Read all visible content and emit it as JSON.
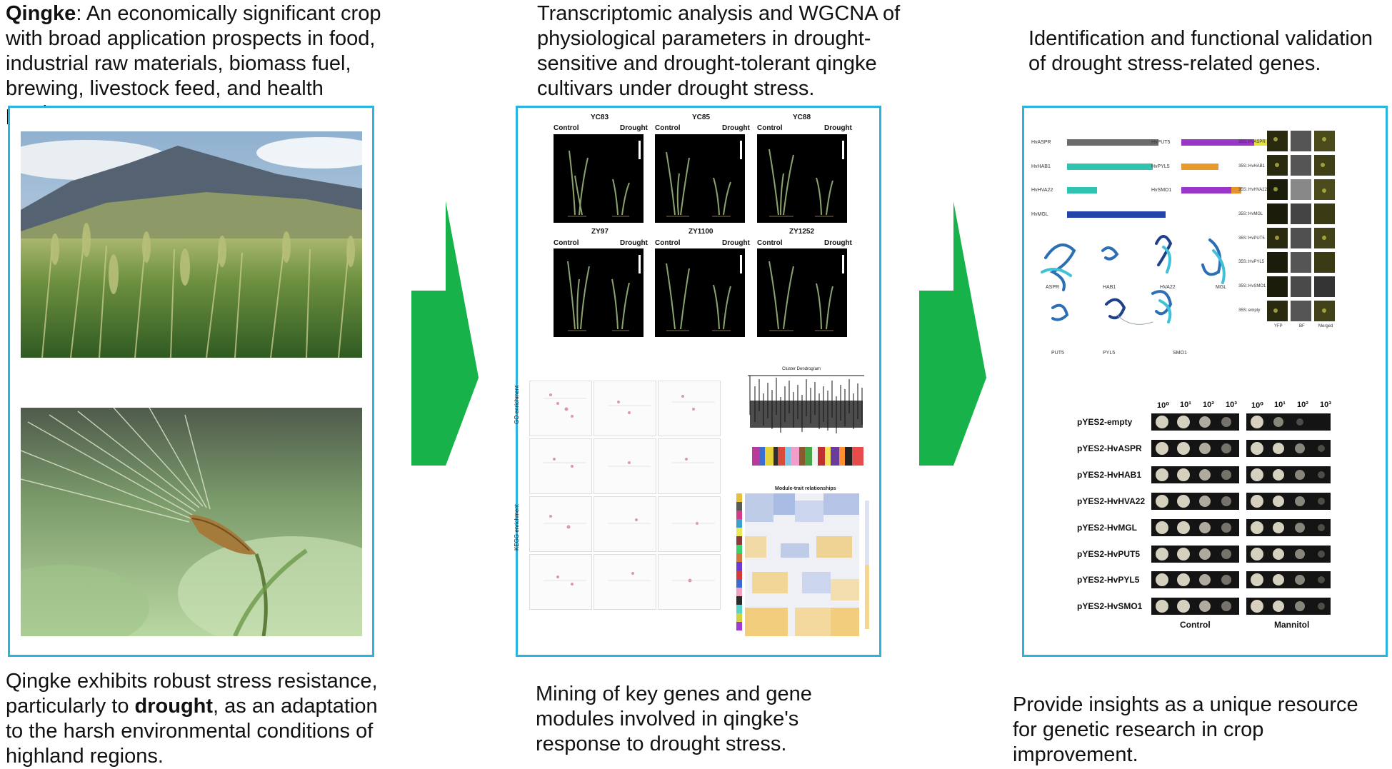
{
  "left": {
    "top_caption_bold": "Qingke",
    "top_caption_rest": ": An economically significant crop with broad application prospects in food, industrial raw materials, biomass fuel, brewing, livestock feed, and health products.",
    "bottom_caption_a": "Qingke exhibits robust stress resistance, particularly to ",
    "bottom_caption_bold": "drought",
    "bottom_caption_b": ", as an adaptation to the harsh environmental conditions of highland regions."
  },
  "middle": {
    "top_caption": "Transcriptomic analysis and WGCNA of physiological parameters in drought-sensitive and drought-tolerant qingke cultivars under drought stress.",
    "bottom_caption": "Mining of key genes and gene modules involved in qingke's response to drought stress.",
    "cultivars_row1": [
      "YC83",
      "YC85",
      "YC88"
    ],
    "cultivars_row2": [
      "ZY97",
      "ZY1100",
      "ZY1252"
    ],
    "control_label": "Control",
    "drought_label": "Drought",
    "go_axis_label": "GO enrichment",
    "kegg_axis_label": "KEGG enrichment",
    "dendrogram_title": "Cluster Dendrogram",
    "heatmap_title": "Module-trait relationships"
  },
  "right": {
    "top_caption": "Identification and functional validation of drought stress-related genes.",
    "bottom_caption": "Provide insights as a unique resource for genetic research in crop improvement.",
    "genes_left": [
      "HvASPR",
      "HvHAB1",
      "HvHVA22",
      "HvMGL"
    ],
    "genes_right": [
      "HvPUT5",
      "HvPYL5",
      "HvSMO1"
    ],
    "structures_row1": [
      "ASPR",
      "HAB1",
      "HVA22",
      "MGL"
    ],
    "structures_row2": [
      "PUT5",
      "PYL5",
      "SMO1"
    ],
    "micro_rows": [
      "35S::HvASPR",
      "35S::HvHAB1",
      "35S::HvHVA22",
      "35S::HvMGL",
      "35S::HvPUT5",
      "35S::HvPYL5",
      "35S::HvSMO1",
      "35S::empty"
    ],
    "micro_cols": [
      "YFP",
      "BF",
      "Merged"
    ],
    "dilution_labels": [
      "10⁰",
      "10¹",
      "10²",
      "10³"
    ],
    "yeast_rows": [
      "pYES2-empty",
      "pYES2-HvASPR",
      "pYES2-HvHAB1",
      "pYES2-HvHVA22",
      "pYES2-HvMGL",
      "pYES2-HvPUT5",
      "pYES2-HvPYL5",
      "pYES2-HvSMO1"
    ],
    "control_label": "Control",
    "mannitol_label": "Mannitol"
  },
  "colors": {
    "panel_border": "#29b4e0",
    "arrow": "#17b34a"
  }
}
